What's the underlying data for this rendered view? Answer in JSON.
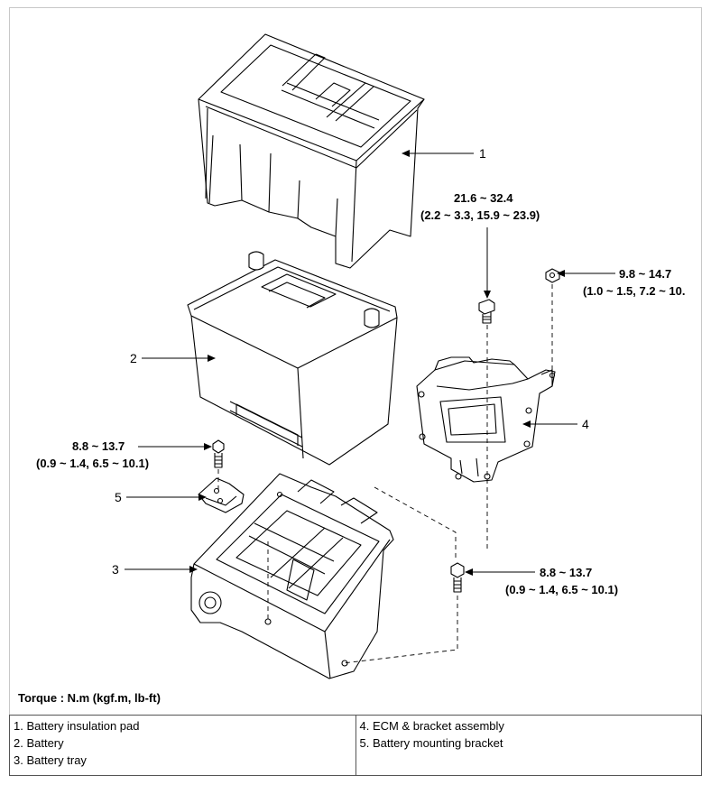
{
  "callouts": {
    "n1": "1",
    "n2": "2",
    "n3": "3",
    "n4": "4",
    "n5": "5",
    "t_ecm_bolt_nm": "21.6 ~ 32.4",
    "t_ecm_bolt_sub": "(2.2 ~ 3.3, 15.9 ~ 23.9)",
    "t_ecm_nut_nm": "9.8 ~ 14.7",
    "t_ecm_nut_sub": "(1.0 ~ 1.5, 7.2 ~ 10.",
    "t_bracket_nm": "8.8 ~ 13.7",
    "t_bracket_sub": "(0.9 ~ 1.4, 6.5 ~ 10.1)",
    "t_tray_nm": "8.8 ~ 13.7",
    "t_tray_sub": "(0.9 ~ 1.4, 6.5 ~ 10.1)"
  },
  "torque_unit": "Torque : N.m (kgf.m, lb-ft)",
  "legend": {
    "left": [
      "1. Battery insulation pad",
      "2. Battery",
      "3. Battery tray"
    ],
    "right": [
      "4. ECM & bracket assembly",
      "5. Battery mounting bracket"
    ]
  }
}
